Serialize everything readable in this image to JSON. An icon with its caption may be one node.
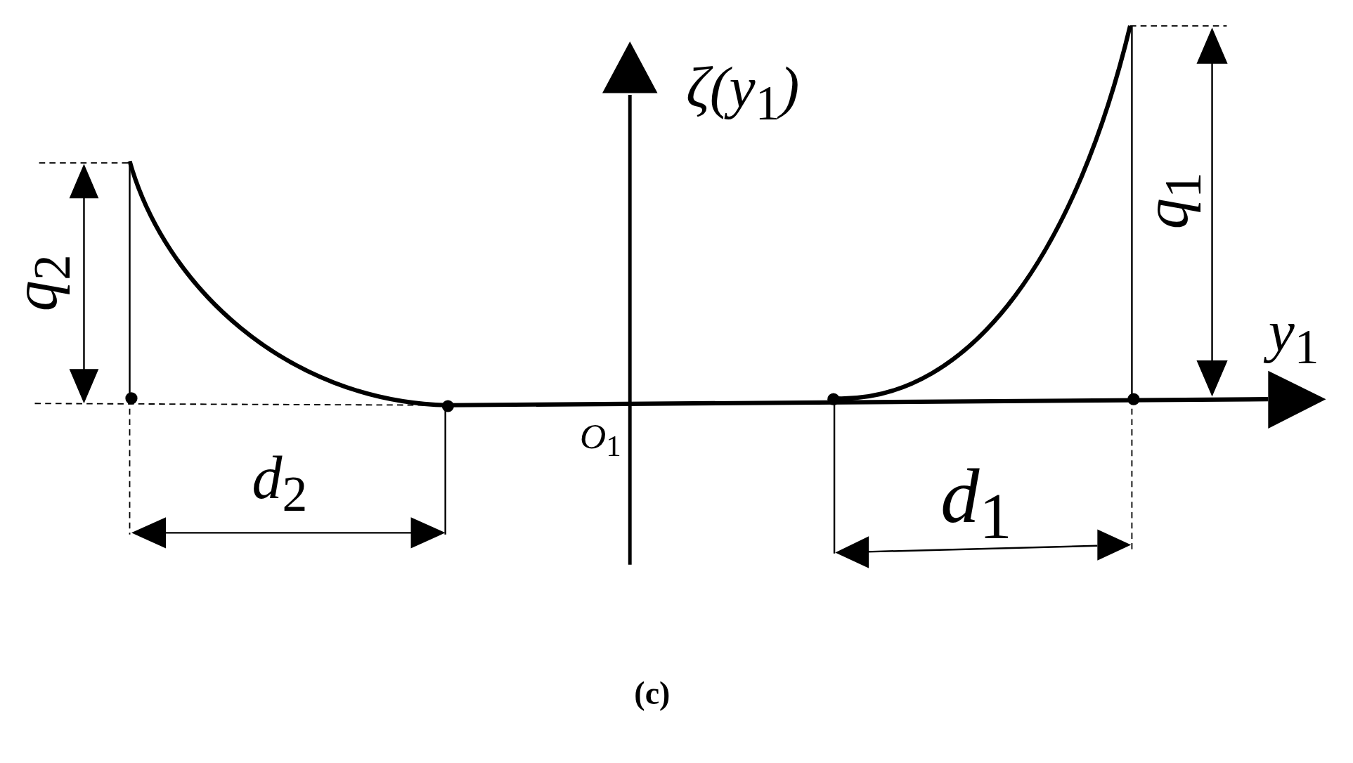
{
  "diagram": {
    "caption": "(c)",
    "labels": [
      "ζ(y$_{1}$)",
      "q$_{2}$",
      "q$_{1}$",
      "y$_{1}$",
      "O$_{1}$",
      "d$_{2}$",
      "d$_{1}$"
    ]
  }
}
